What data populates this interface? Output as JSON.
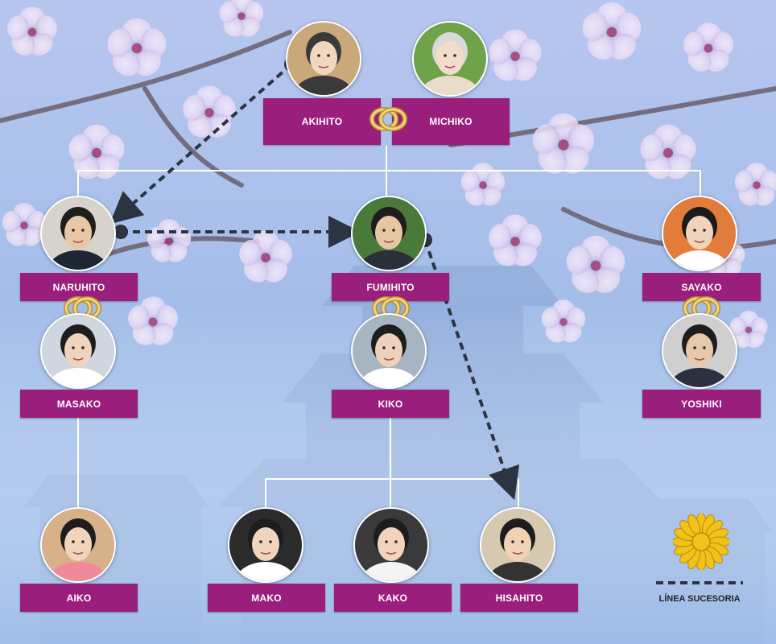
{
  "people": {
    "akihito": "AKIHITO",
    "michiko": "MICHIKO",
    "naruhito": "NARUHITO",
    "masako": "MASAKO",
    "fumihito": "FUMIHITO",
    "kiko": "KIKO",
    "sayako": "SAYAKO",
    "yoshiki": "YOSHIKI",
    "aiko": "AIKO",
    "mako": "MAKO",
    "kako": "KAKO",
    "hisahito": "HISAHITO"
  },
  "legend": {
    "succession_line": "LÍNEA SUCESORIA"
  },
  "colors": {
    "label_bg": "#9a1f7c",
    "connector": "#ffffff",
    "succession": "#2b3440",
    "ring": "#d9b44a",
    "emblem": "#f2c21a"
  },
  "icons": {
    "marriage": "wedding-rings-icon",
    "emblem": "chrysanthemum-seal-icon"
  }
}
